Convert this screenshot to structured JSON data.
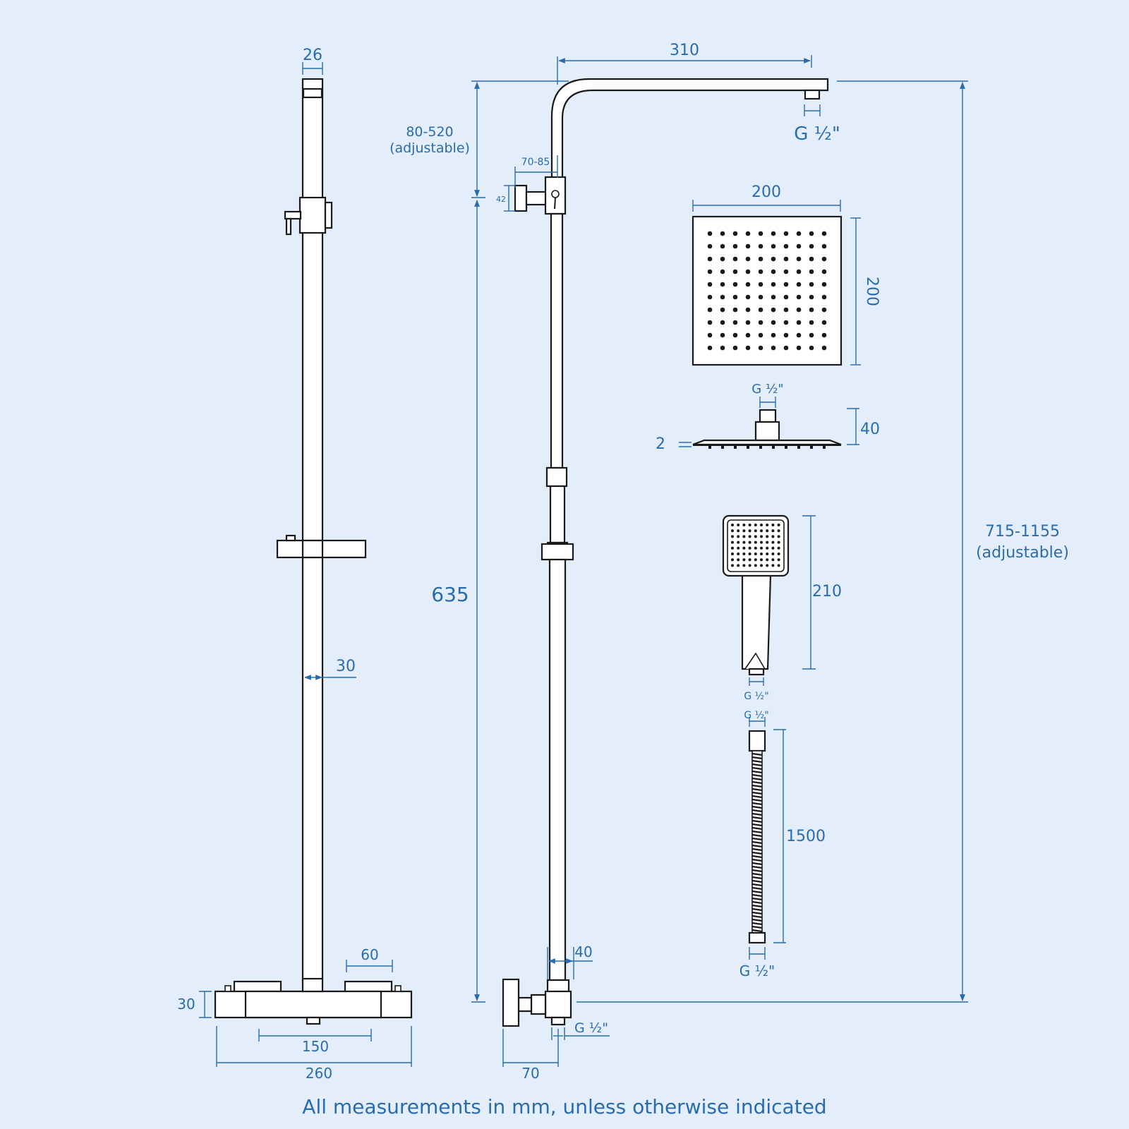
{
  "dimensions": {
    "bar_width": "26",
    "riser_width": "30",
    "valve_height": "30",
    "valve_outlet_width": "60",
    "valve_centres": "150",
    "valve_width": "260",
    "arm_length": "310",
    "arm_outlet": "G ½\"",
    "riser_adjust": "80-520",
    "riser_adjust_note": "(adjustable)",
    "diverter_offset": "70-85",
    "diverter_height": "42",
    "riser_height": "635",
    "total_height": "715-1155",
    "total_height_note": "(adjustable)",
    "head_width": "200",
    "head_depth": "200",
    "head_inlet": "G ½\"",
    "head_height": "40",
    "head_thickness": "2",
    "handset_length": "210",
    "handset_outlet": "G ½\"",
    "hose_inlet": "G ½\"",
    "hose_length": "1500",
    "hose_outlet": "G ½\"",
    "wall_outlet_width": "40",
    "wall_outlet": "G ½\"",
    "wall_offset": "70"
  },
  "footer": "All measurements in mm, unless otherwise indicated",
  "colors": {
    "background": "#e3eefa",
    "dimension": "#2a6cab",
    "outline": "#1a1a1a"
  }
}
